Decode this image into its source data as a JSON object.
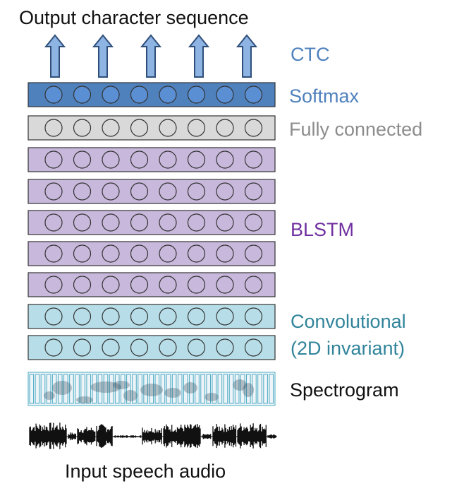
{
  "diagram": {
    "output_title": "Output character sequence",
    "input_title": "Input speech audio",
    "labels": {
      "ctc": "CTC",
      "softmax": "Softmax",
      "fully_connected": "Fully connected",
      "blstm": "BLSTM",
      "conv_line1": "Convolutional",
      "conv_line2": "(2D invariant)",
      "spectrogram": "Spectrogram"
    },
    "output_arrow_count": 5,
    "units_per_layer": 8,
    "layers": [
      {
        "name": "softmax-layer",
        "fill": "#4f81bd",
        "circle_fill": "#5b8fd4"
      },
      {
        "name": "fully-connected-layer",
        "fill": "#d9d9d9",
        "circle_fill": "#d9d9d9"
      },
      {
        "name": "blstm-layer-1",
        "fill": "#c8b8dc",
        "circle_fill": "#c8b8dc"
      },
      {
        "name": "blstm-layer-2",
        "fill": "#c8b8dc",
        "circle_fill": "#c8b8dc"
      },
      {
        "name": "blstm-layer-3",
        "fill": "#c8b8dc",
        "circle_fill": "#c8b8dc"
      },
      {
        "name": "blstm-layer-4",
        "fill": "#c8b8dc",
        "circle_fill": "#c8b8dc"
      },
      {
        "name": "blstm-layer-5",
        "fill": "#c8b8dc",
        "circle_fill": "#c8b8dc"
      },
      {
        "name": "conv-layer-1",
        "fill": "#b7dee8",
        "circle_fill": "#b7dee8"
      },
      {
        "name": "conv-layer-2",
        "fill": "#b7dee8",
        "circle_fill": "#b7dee8"
      }
    ],
    "colors": {
      "arrow_fill": "#8eb4e3",
      "arrow_stroke": "#2f4f7a",
      "layer_stroke": "#333333",
      "spectrogram_frame": "#4bacc6",
      "waveform": "#111111"
    }
  }
}
